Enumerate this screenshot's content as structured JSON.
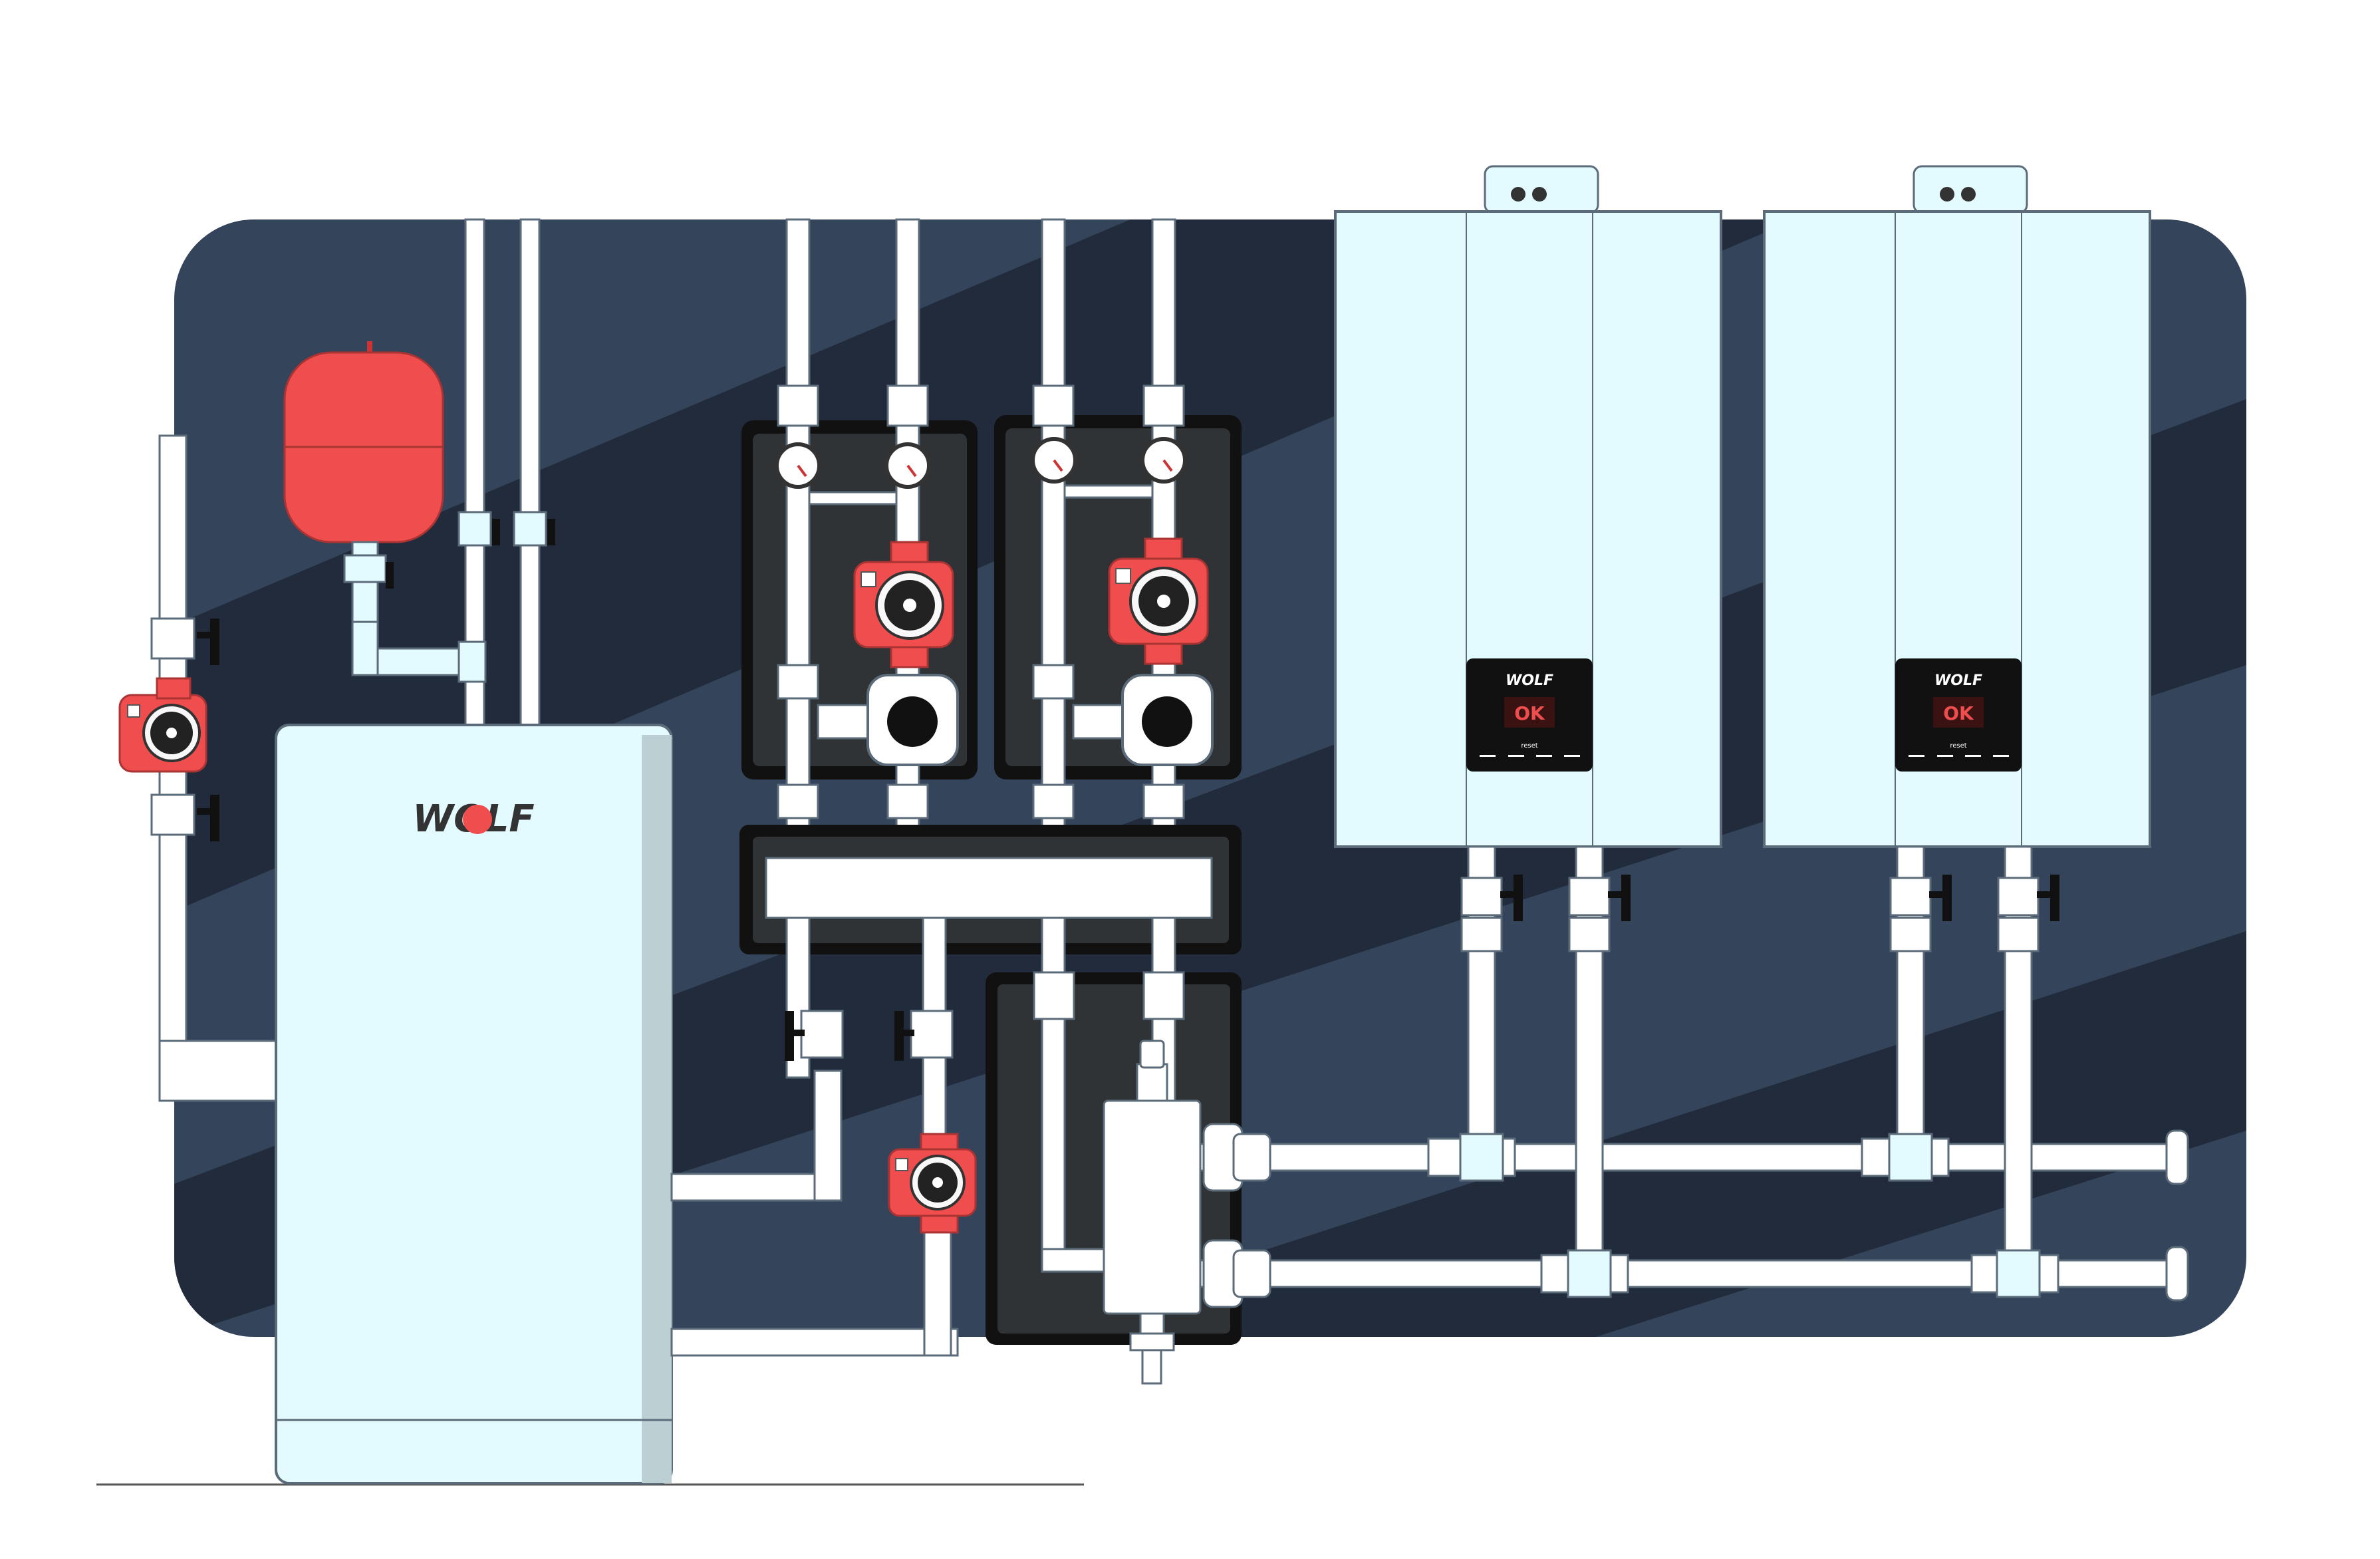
{
  "brand": {
    "tank_logo": "WOLF",
    "boiler_logo": "WOLF"
  },
  "boilers": [
    {
      "display_text": "OK",
      "btn_left": "reset",
      "btn_right": ""
    },
    {
      "display_text": "OK",
      "btn_left": "reset",
      "btn_right": ""
    }
  ],
  "colors": {
    "wall": "#34445b",
    "wall_stripe": "#222b3c",
    "module_panel": "#2f3336",
    "pipe_fill": "#ffffff",
    "pipe_outline": "#5b6b79",
    "equipment_fill": "#e3fbff",
    "accent_red": "#f04e4e",
    "display_bg": "#111111"
  },
  "icons": [
    "expansion-vessel-icon",
    "pump-icon",
    "pressure-gauge-icon",
    "valve-handle-icon",
    "mixing-valve-icon"
  ]
}
